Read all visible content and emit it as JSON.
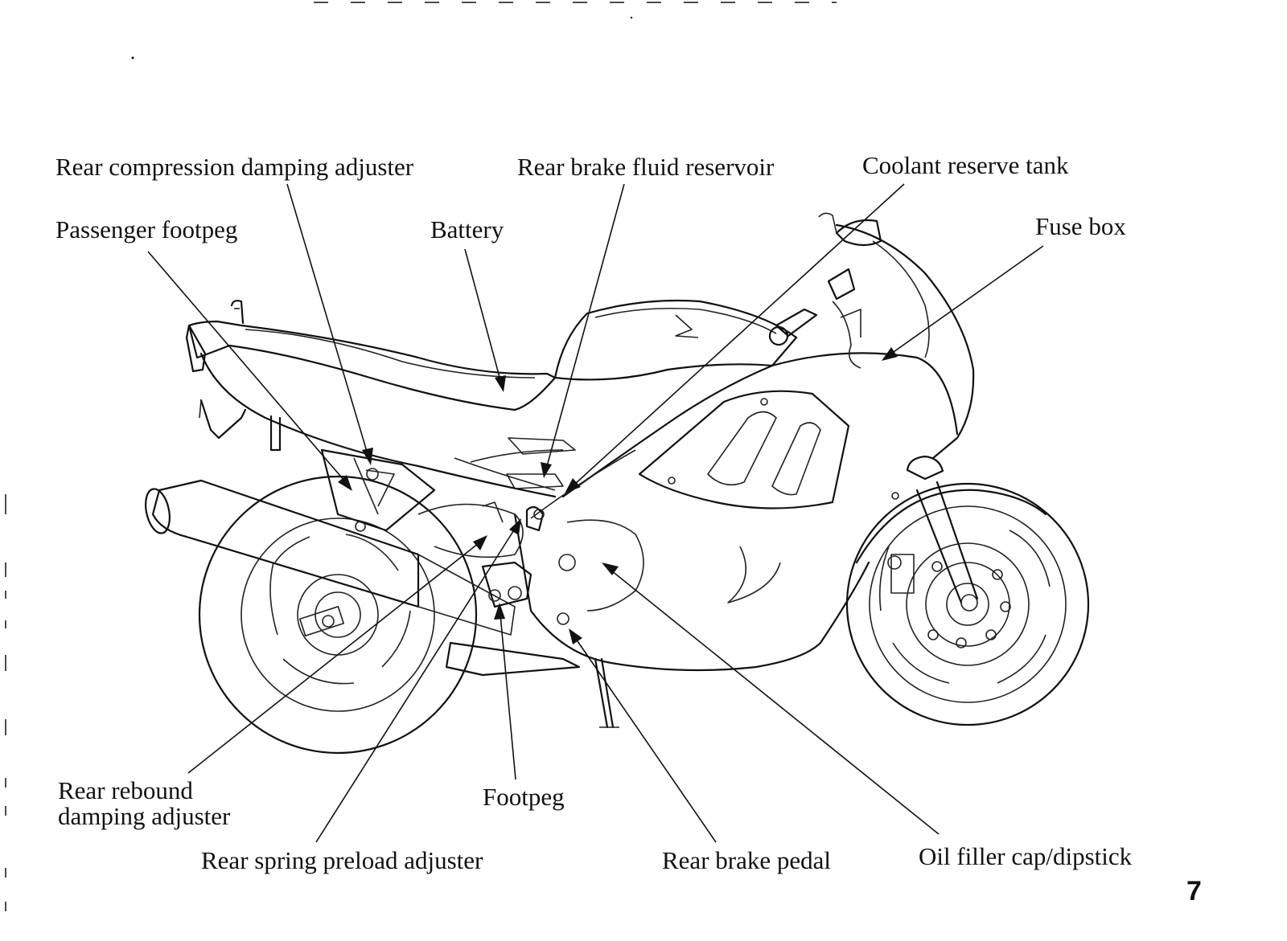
{
  "page": {
    "number": "7"
  },
  "labels": {
    "rear_compression_damping_adjuster": "Rear compression damping adjuster",
    "rear_brake_fluid_reservoir": "Rear brake fluid reservoir",
    "coolant_reserve_tank": "Coolant reserve tank",
    "passenger_footpeg": "Passenger footpeg",
    "battery": "Battery",
    "fuse_box": "Fuse box",
    "rear_rebound_damping_adjuster": "Rear rebound\ndamping adjuster",
    "footpeg": "Footpeg",
    "rear_spring_preload_adjuster": "Rear spring preload adjuster",
    "rear_brake_pedal": "Rear brake pedal",
    "oil_filler_cap_dipstick": "Oil filler cap/dipstick"
  }
}
